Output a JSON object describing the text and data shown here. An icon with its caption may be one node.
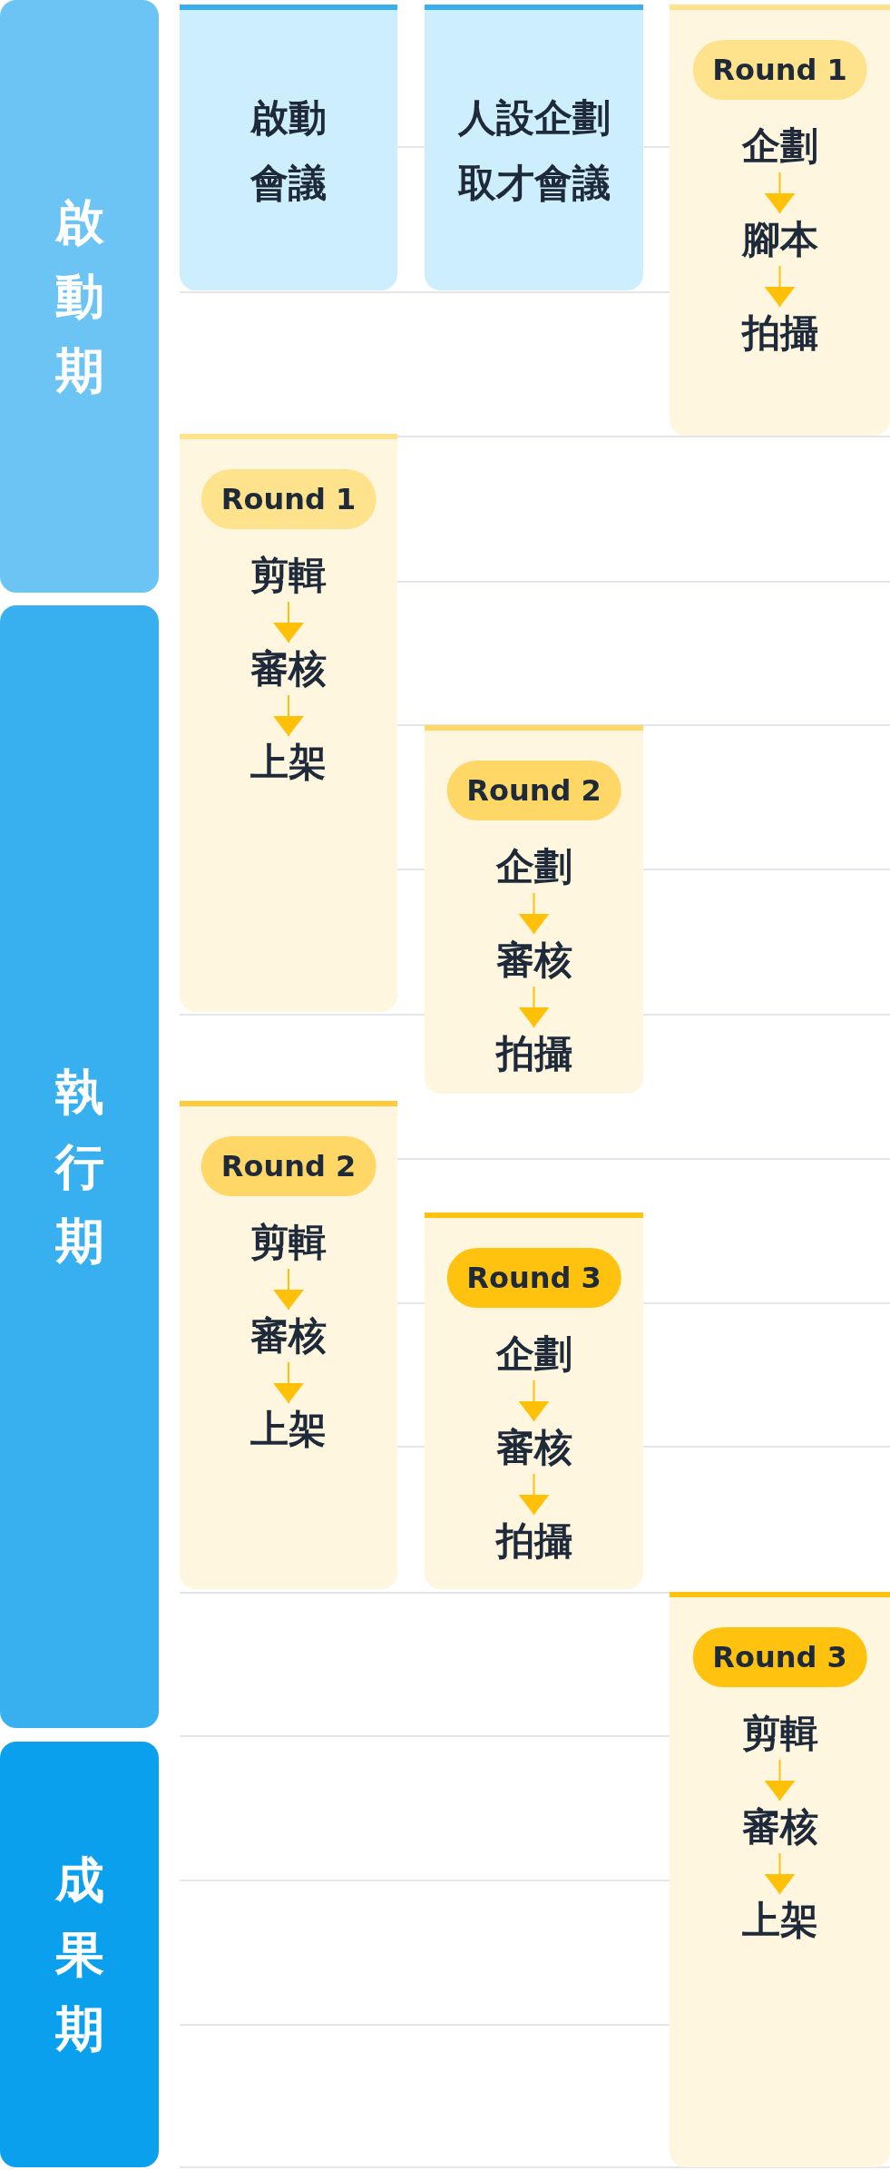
{
  "diagram": {
    "nodes": [
      {
        "text": [
          "啟動期"
        ]
      },
      {
        "text": [
          "執行期"
        ]
      },
      {
        "text": [
          "成果期"
        ]
      },
      {
        "text": [
          "啟動會議"
        ]
      },
      {
        "text": [
          "人設企劃取才會議"
        ]
      },
      {
        "text": [
          "Round 1"
        ]
      },
      {
        "text": [
          "企劃"
        ],
        "in": 5
      },
      {
        "text": [
          "腳本"
        ],
        "in": 5
      },
      {
        "text": [
          "拍攝"
        ],
        "in": 5
      },
      {
        "text": [
          "Round 1"
        ]
      },
      {
        "text": [
          "剪輯"
        ],
        "in": 9
      },
      {
        "text": [
          "審核"
        ],
        "in": 9
      },
      {
        "text": [
          "上架"
        ],
        "in": 9
      },
      {
        "text": [
          "Round 2"
        ]
      },
      {
        "text": [
          "企劃"
        ],
        "in": 13
      },
      {
        "text": [
          "審核"
        ],
        "in": 13
      },
      {
        "text": [
          "拍攝"
        ],
        "in": 13
      },
      {
        "text": [
          "Round 2"
        ]
      },
      {
        "text": [
          "剪輯"
        ],
        "in": 17
      },
      {
        "text": [
          "審核"
        ],
        "in": 17
      },
      {
        "text": [
          "上架"
        ],
        "in": 17
      },
      {
        "text": [
          "Round 3"
        ]
      },
      {
        "text": [
          "企劃"
        ],
        "in": 21
      },
      {
        "text": [
          "審核"
        ],
        "in": 21
      },
      {
        "text": [
          "拍攝"
        ],
        "in": 21
      },
      {
        "text": [
          "Round 3"
        ]
      },
      {
        "text": [
          "剪輯"
        ],
        "in": 25
      },
      {
        "text": [
          "審核"
        ],
        "in": 25
      },
      {
        "text": [
          "上架"
        ],
        "in": 25
      }
    ],
    "edges": [
      {
        "from": 6,
        "to": 7,
        "arrow": "to"
      },
      {
        "from": 7,
        "to": 8,
        "arrow": "to"
      },
      {
        "from": 10,
        "to": 11,
        "arrow": "to"
      },
      {
        "from": 11,
        "to": 12,
        "arrow": "to"
      },
      {
        "from": 14,
        "to": 15,
        "arrow": "to"
      },
      {
        "from": 15,
        "to": 16,
        "arrow": "to"
      },
      {
        "from": 18,
        "to": 19,
        "arrow": "to"
      },
      {
        "from": 19,
        "to": 20,
        "arrow": "to"
      },
      {
        "from": 22,
        "to": 23,
        "arrow": "to"
      },
      {
        "from": 23,
        "to": 24,
        "arrow": "to"
      },
      {
        "from": 26,
        "to": 27,
        "arrow": "to"
      },
      {
        "from": 27,
        "to": 28,
        "arrow": "to"
      }
    ]
  }
}
